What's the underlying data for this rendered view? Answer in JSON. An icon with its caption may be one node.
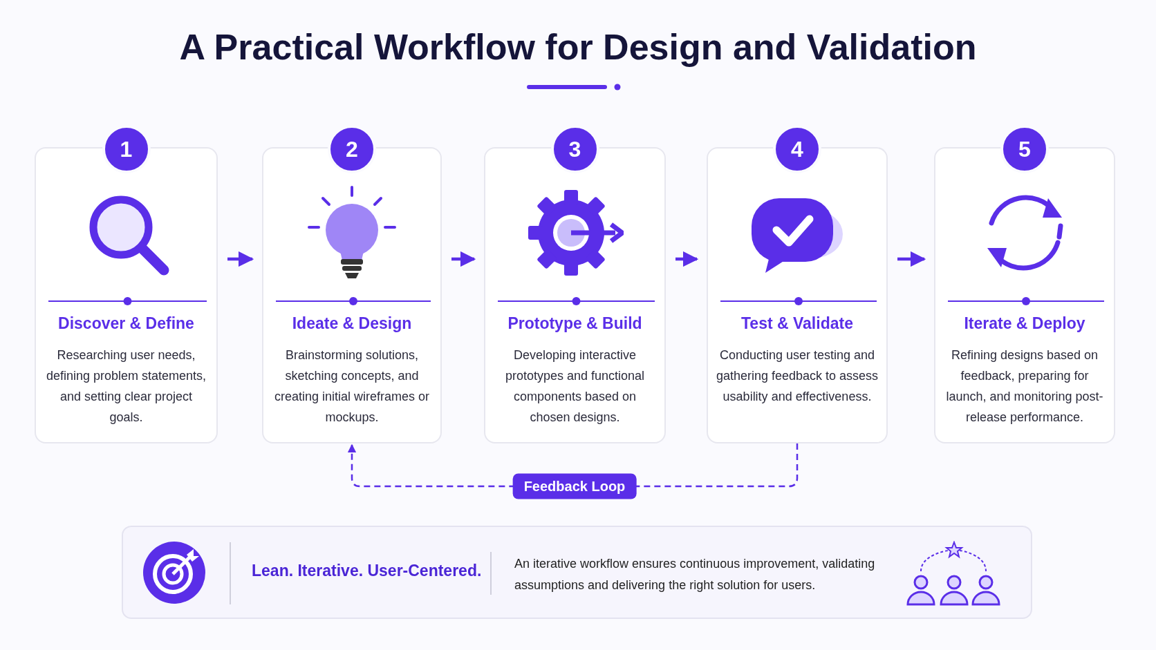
{
  "diagram": {
    "title": "A Practical Workflow for Design and Validation",
    "nodes": [
      {
        "text": [
          "1",
          "Discover & Define",
          "Researching user needs, defining problem statements, and setting clear project goals."
        ]
      },
      {
        "text": [
          "2",
          "Ideate & Design",
          "Brainstorming solutions, sketching concepts, and creating initial wireframes or mockups."
        ]
      },
      {
        "text": [
          "3",
          "Prototype & Build",
          "Developing interactive prototypes and functional components based on chosen designs."
        ]
      },
      {
        "text": [
          "4",
          "Test & Validate",
          "Conducting user testing and gathering feedback to assess usability and effectiveness."
        ]
      },
      {
        "text": [
          "5",
          "Iterate & Deploy",
          "Refining designs based on feedback, preparing for launch, and monitoring post-release performance."
        ]
      },
      {
        "text": [
          "Lean. Iterative. User-Centered.",
          "An iterative workflow ensures continuous improvement, validating assumptions and delivering the right solution for users."
        ]
      }
    ],
    "edges": [
      {
        "from": 0,
        "to": 1,
        "arrow": "to"
      },
      {
        "from": 1,
        "to": 2,
        "arrow": "to"
      },
      {
        "from": 2,
        "to": 3,
        "arrow": "to"
      },
      {
        "from": 3,
        "to": 4,
        "arrow": "to"
      },
      {
        "from": 3,
        "to": 1,
        "arrow": "to",
        "label": "Feedback Loop",
        "style": "dashed"
      }
    ]
  }
}
